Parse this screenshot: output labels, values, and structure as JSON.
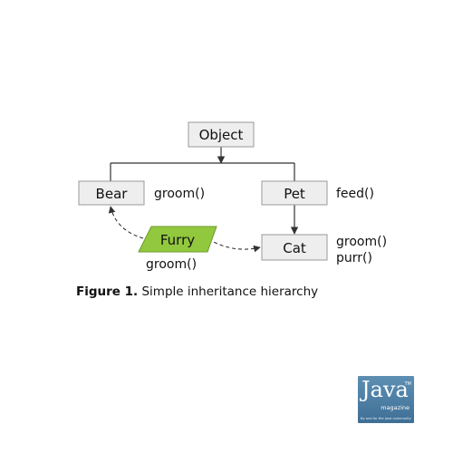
{
  "diagram": {
    "nodes": {
      "object": {
        "label": "Object"
      },
      "bear": {
        "label": "Bear",
        "methods": [
          "groom()"
        ]
      },
      "pet": {
        "label": "Pet",
        "methods": [
          "feed()"
        ]
      },
      "furry": {
        "label": "Furry",
        "methods": [
          "groom()"
        ]
      },
      "cat": {
        "label": "Cat",
        "methods": [
          "groom()",
          "purr()"
        ]
      }
    },
    "colors": {
      "box_fill": "#eeeeee",
      "box_stroke": "#999999",
      "interface_fill": "#92c83e",
      "interface_stroke": "#6e9a2c",
      "line": "#333333"
    }
  },
  "caption": {
    "figure_number": "Figure 1.",
    "text": "Simple inheritance hierarchy"
  },
  "logo": {
    "word": "Java",
    "trademark": "TM",
    "sub": "magazine",
    "tagline": "By and for the Java community",
    "colors": {
      "background": "#4f80a6",
      "text": "#ffffff"
    }
  }
}
